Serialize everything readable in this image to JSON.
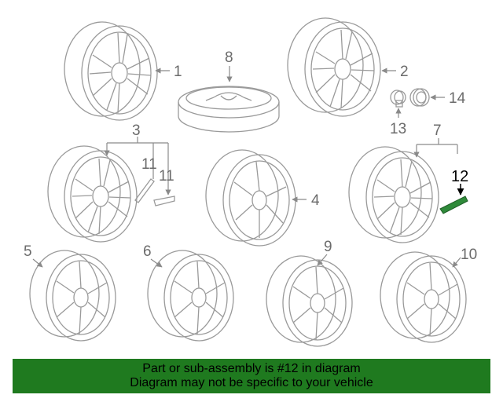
{
  "colors": {
    "line": "#9a9a9a",
    "label": "#6b6b6b",
    "highlight_part": "#2f8a3a",
    "highlight_label": "#000000",
    "footer_bg": "#1f7a1f"
  },
  "callouts": {
    "c1": "1",
    "c2": "2",
    "c3": "3",
    "c4": "4",
    "c5": "5",
    "c6": "6",
    "c7": "7",
    "c8": "8",
    "c9": "9",
    "c10": "10",
    "c11a": "11",
    "c11b": "11",
    "c12": "12",
    "c13": "13",
    "c14": "14"
  },
  "footer": {
    "line1": "Part or sub-assembly is #12 in diagram",
    "line2": "Diagram may not be specific to your vehicle"
  }
}
